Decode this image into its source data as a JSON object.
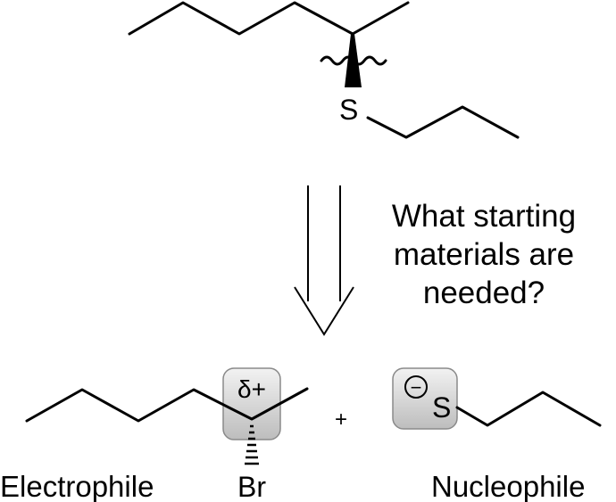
{
  "question": {
    "line1": "What starting",
    "line2": "materials are",
    "line3": "needed?"
  },
  "target": {
    "sulfur_label": "S"
  },
  "electrophile": {
    "charge_label": "δ+",
    "leaving_group_label": "Br",
    "caption": "Electrophile"
  },
  "plus_sign": "+",
  "nucleophile": {
    "charge_symbol": "−",
    "atom_label": "S",
    "caption": "Nucleophile"
  },
  "colors": {
    "ink": "#000000",
    "highlight_fill": "#d9d9d9",
    "highlight_edge": "#8a8a8a"
  }
}
